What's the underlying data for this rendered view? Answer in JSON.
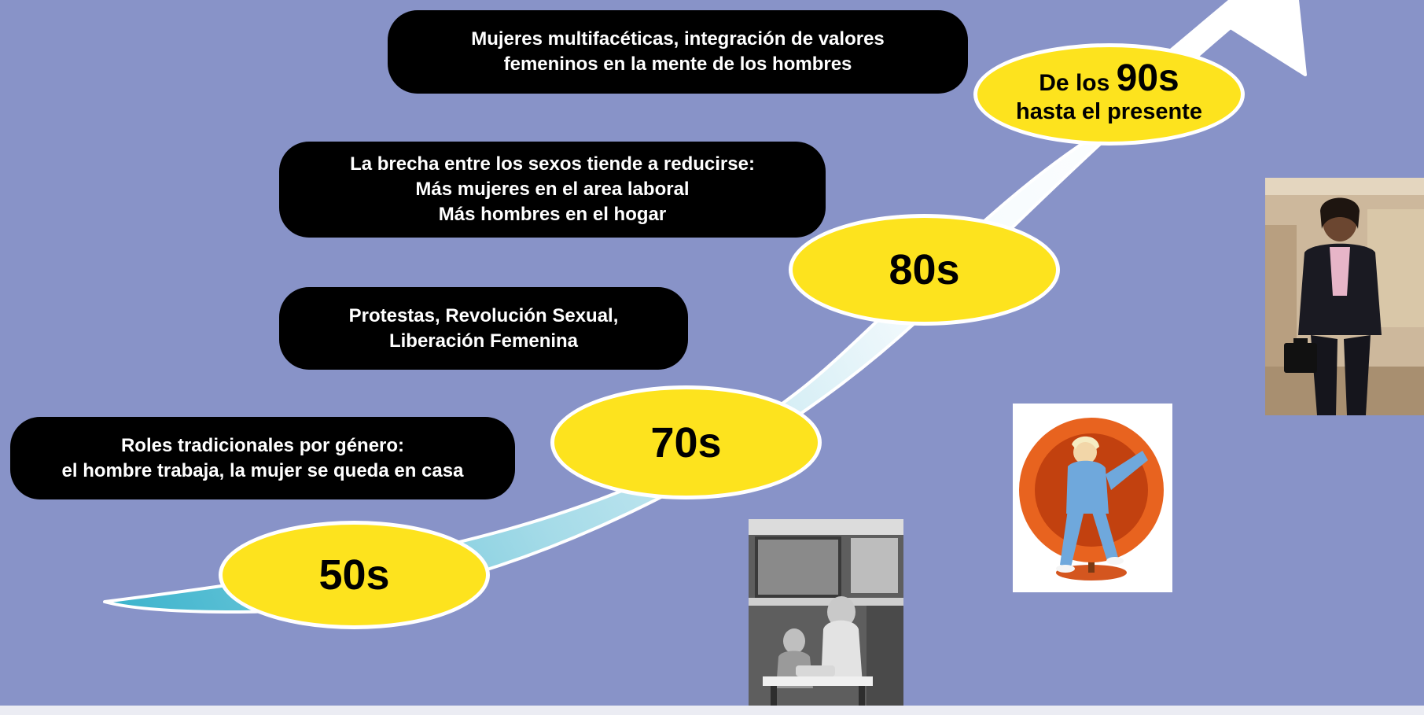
{
  "eras": [
    {
      "label": "50s"
    },
    {
      "label": "70s"
    },
    {
      "label": "80s"
    },
    {
      "label_prefix": "De los",
      "label_number": "90s",
      "label_line2": "hasta el presente"
    }
  ],
  "descriptions": [
    {
      "lines": [
        "Roles tradicionales por género:",
        "el hombre trabaja, la mujer se queda en casa"
      ]
    },
    {
      "lines": [
        "Protestas, Revolución Sexual,",
        "Liberación Femenina"
      ]
    },
    {
      "lines": [
        "La brecha entre los sexos tiende a reducirse:",
        "Más mujeres en el area laboral",
        "Más hombres en el hogar"
      ]
    },
    {
      "lines": [
        "Mujeres multifacéticas, integración de valores",
        "femeninos en la mente de los hombres"
      ]
    }
  ],
  "photos": [
    {
      "name": "photo-1950s-kitchen"
    },
    {
      "name": "photo-1970s-egg-chair"
    },
    {
      "name": "photo-businesswoman"
    }
  ],
  "colors": {
    "background": "#8893c8",
    "oval_fill": "#fde31e",
    "box_fill": "#000000",
    "arrow_light": "#ffffff",
    "arrow_dark": "#3ab3cc"
  }
}
